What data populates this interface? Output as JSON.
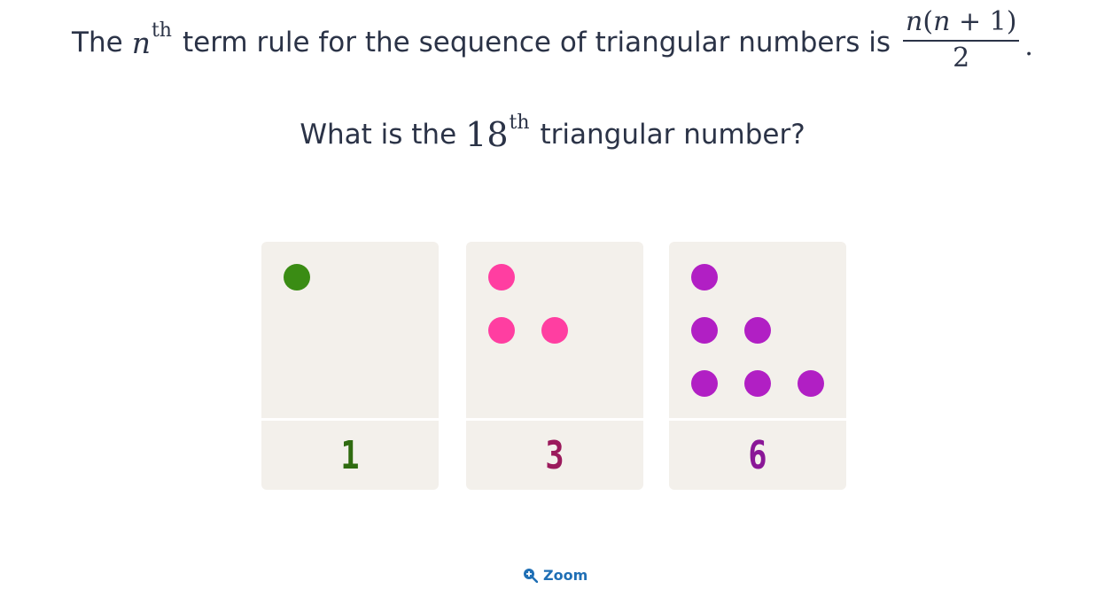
{
  "question": {
    "line1_prefix": "The",
    "n_var": "n",
    "th1": "th",
    "line1_mid": "term rule for the sequence of triangular numbers is",
    "frac_num_a": "n",
    "frac_num_b": "(",
    "frac_num_c": "n",
    "frac_num_d": " + 1)",
    "frac_den": "2",
    "period": ".",
    "line2_prefix": "What is the",
    "eighteen": "18",
    "th2": "th",
    "line2_suffix": "triangular number?"
  },
  "cards": [
    {
      "value": "1",
      "color": "#3a8c14",
      "value_color": "#2f6b10",
      "dots": 1
    },
    {
      "value": "3",
      "color": "#ff3ea1",
      "value_color": "#9b1a5c",
      "dots": 3
    },
    {
      "value": "6",
      "color": "#b11fc4",
      "value_color": "#8a1797",
      "dots": 6
    }
  ],
  "zoom": {
    "label": "Zoom",
    "icon": "zoom-in-icon"
  }
}
